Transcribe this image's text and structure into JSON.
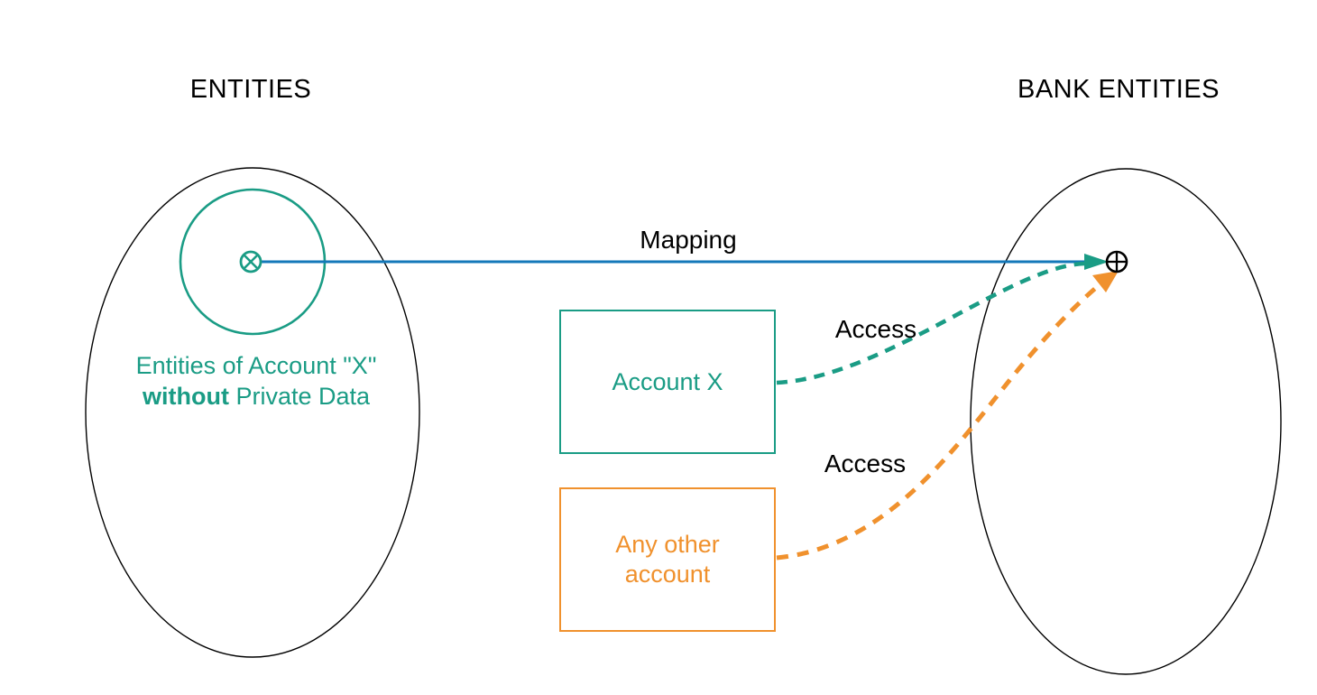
{
  "diagram": {
    "left_group": {
      "title": "ENTITIES",
      "note_line1": "Entities of Account \"X\"",
      "note_line2_bold": "without",
      "note_line2_rest": " Private Data"
    },
    "right_group": {
      "title": "BANK ENTITIES"
    },
    "nodes": {
      "account_x": {
        "label": "Account X"
      },
      "any_other_account": {
        "label_line1": "Any other",
        "label_line2": "account"
      }
    },
    "edges": {
      "mapping": {
        "label": "Mapping",
        "style": "solid"
      },
      "access_account_x": {
        "label": "Access",
        "style": "dashed"
      },
      "access_any_other": {
        "label": "Access",
        "style": "dashed"
      }
    },
    "symbols": {
      "source_point": "circled-x-icon",
      "target_point": "circled-plus-icon"
    }
  },
  "colors": {
    "teal": "#1A9C85",
    "orange": "#F0912D",
    "blue": "#1478B9",
    "ink": "#000000"
  }
}
